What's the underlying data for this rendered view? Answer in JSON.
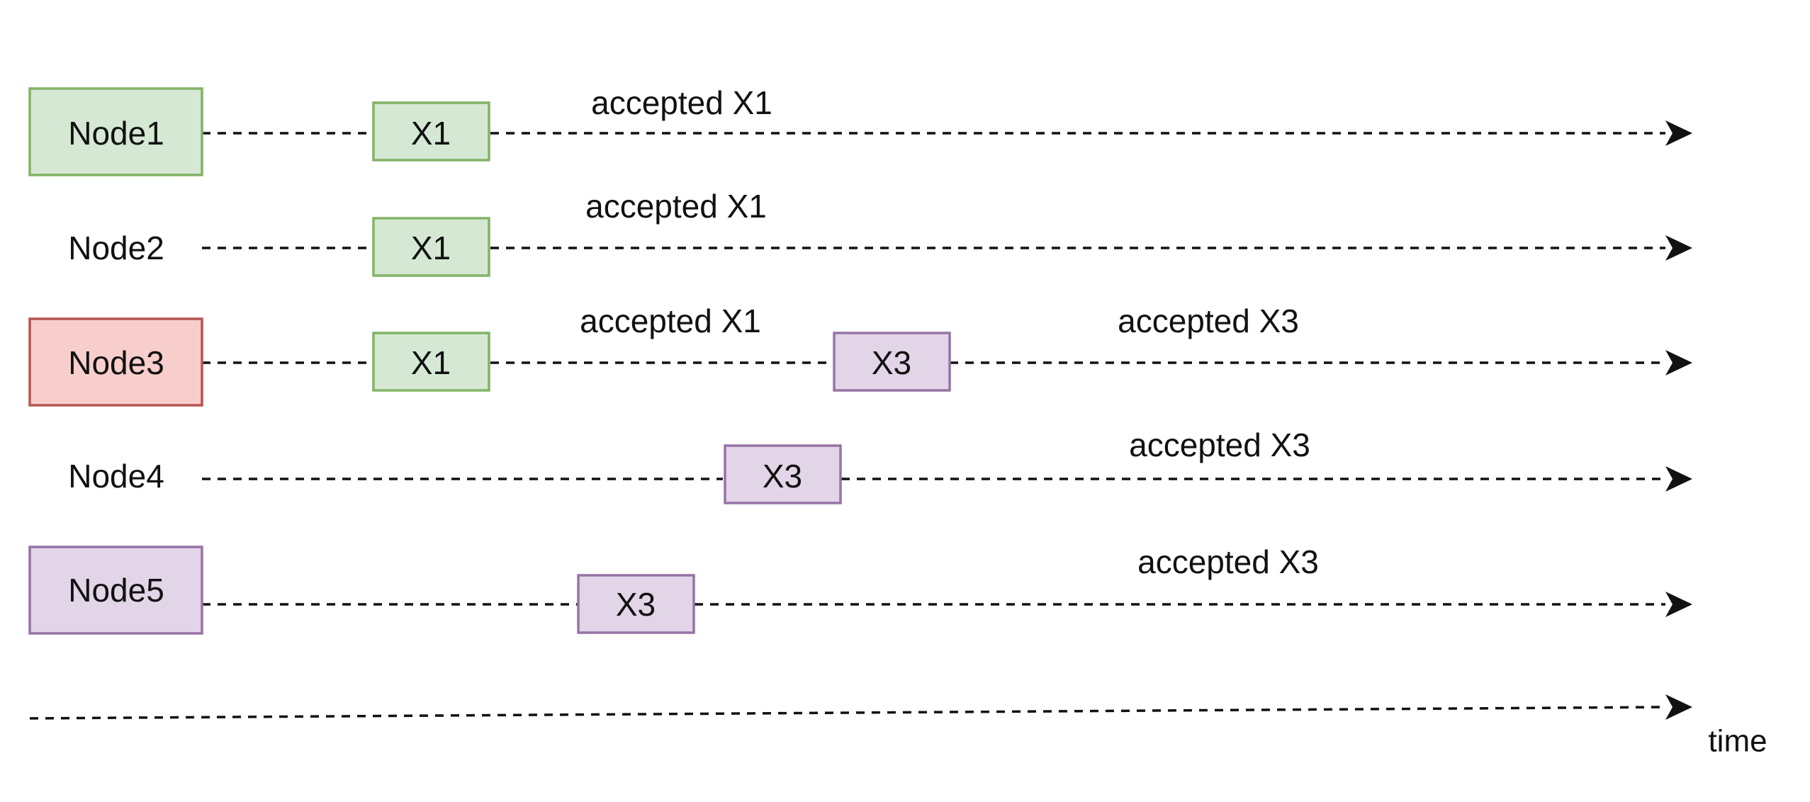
{
  "colors": {
    "green_fill": "#d5e8d4",
    "green_stroke": "#82b366",
    "red_fill": "#f8cecc",
    "red_stroke": "#b85450",
    "purple_fill": "#e1d5e7",
    "purple_stroke": "#9673a6",
    "line": "#111111"
  },
  "nodes": [
    {
      "label": "Node1",
      "style": "green"
    },
    {
      "label": "Node2",
      "style": "none"
    },
    {
      "label": "Node3",
      "style": "red"
    },
    {
      "label": "Node4",
      "style": "none"
    },
    {
      "label": "Node5",
      "style": "purple"
    }
  ],
  "value_boxes": [
    {
      "row": 0,
      "label": "X1",
      "style": "green"
    },
    {
      "row": 1,
      "label": "X1",
      "style": "green"
    },
    {
      "row": 2,
      "label": "X1",
      "style": "green"
    },
    {
      "row": 2,
      "label": "X3",
      "style": "purple"
    },
    {
      "row": 3,
      "label": "X3",
      "style": "purple"
    },
    {
      "row": 4,
      "label": "X3",
      "style": "purple"
    }
  ],
  "edge_labels": [
    {
      "row": 0,
      "text": "accepted X1"
    },
    {
      "row": 1,
      "text": "accepted X1"
    },
    {
      "row": 2,
      "text": "accepted X1"
    },
    {
      "row": 2,
      "text": "accepted X3"
    },
    {
      "row": 3,
      "text": "accepted X3"
    },
    {
      "row": 4,
      "text": "accepted X3"
    }
  ],
  "time_axis": {
    "label": "time"
  }
}
